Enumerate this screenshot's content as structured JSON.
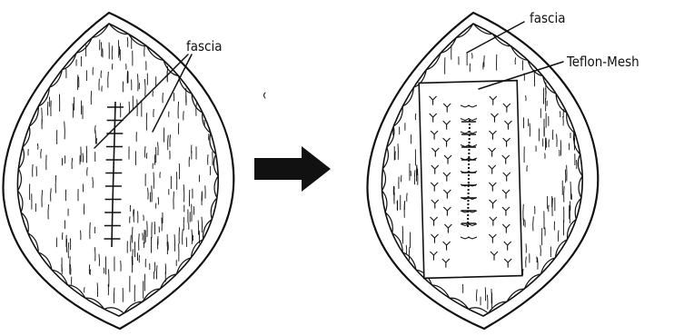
{
  "labels": {
    "left_fascia": "fascia",
    "right_fascia": "fascia",
    "mesh": "Teflon-Mesh"
  },
  "colors": {
    "ink": "#111111",
    "background": "#ffffff"
  }
}
